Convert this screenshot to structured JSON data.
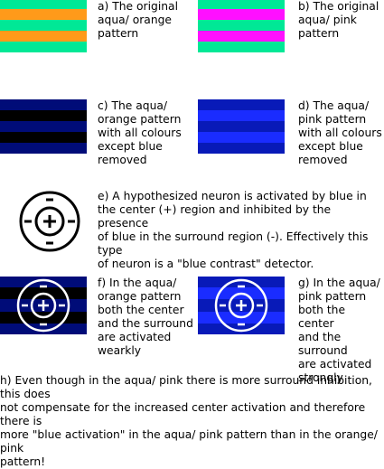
{
  "captions": {
    "a": "a) The original\naqua/ orange\npattern",
    "b": "b) The original\naqua/ pink\npattern",
    "c": "c) The aqua/\norange pattern\nwith all colours\nexcept blue\nremoved",
    "d": "d) The aqua/\npink pattern\nwith all colours\nexcept blue\nremoved",
    "e": "e) A hypothesized neuron is activated by blue in\nthe center (+) region and inhibited by the presence\nof blue in the surround region (-). Effectively this type\nof neuron is a \"blue contrast\" detector.",
    "f": "f) In the aqua/\norange pattern\nboth the center\nand the surround\nare activated\nwearkly",
    "g": "g) In the aqua/\npink pattern\nboth the center\nand the surround\nare activated\nstrongly",
    "h": "h) Even though in the aqua/ pink there is more surround inhibition, this does\nnot compensate for the increased center activation and therefore there is\nmore \"blue activation\" in the aqua/ pink pattern than in the orange/ pink\npattern!"
  },
  "colors": {
    "aqua": "#00e896",
    "orange": "#ff9a1a",
    "pink": "#ff10ff",
    "blue_strong": "#1a2cff",
    "blue_dark": "#081ab8",
    "navy": "#000c78",
    "black": "#000000",
    "white": "#ffffff"
  }
}
